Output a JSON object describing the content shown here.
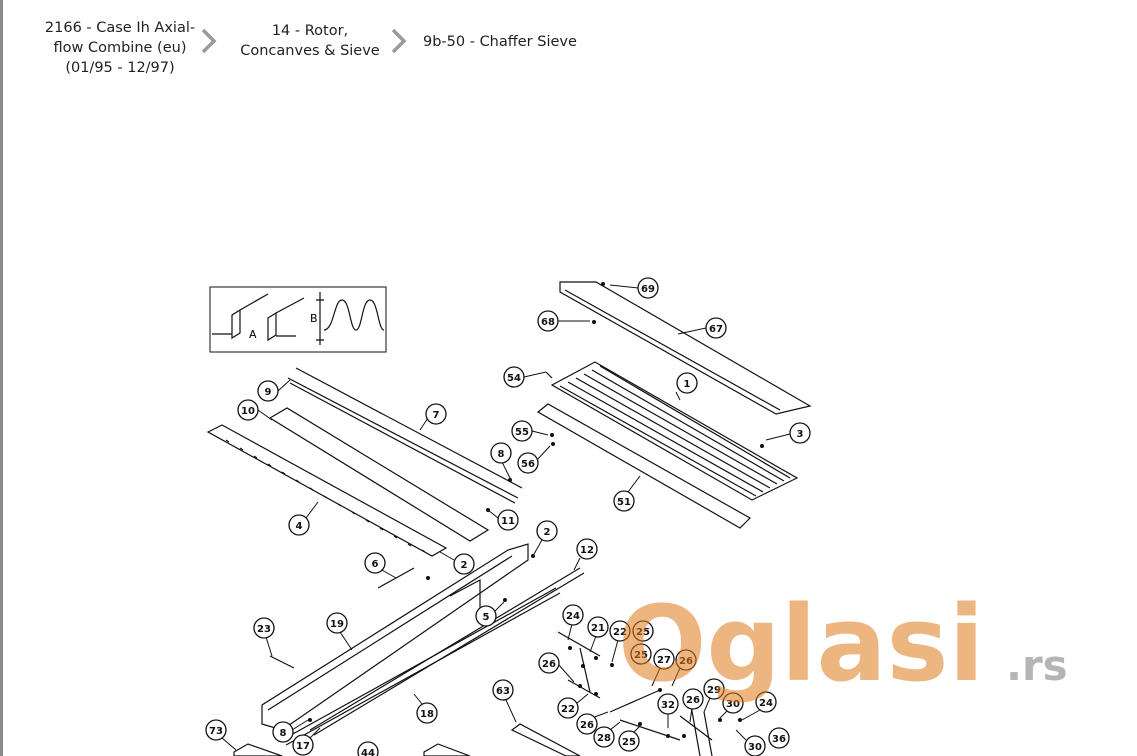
{
  "breadcrumb": [
    {
      "line1": "2166 - Case Ih Axial-",
      "line2": "flow Combine (eu)",
      "line3": "(01/95 - 12/97)"
    },
    {
      "line1": "14 - Rotor,",
      "line2": "Concanves & Sieve",
      "line3": ""
    },
    {
      "line1": "9b-50 - Chaffer Sieve",
      "line2": "",
      "line3": ""
    }
  ],
  "inset_labels": {
    "a": "A",
    "b": "B"
  },
  "callouts": [
    "69",
    "68",
    "67",
    "54",
    "1",
    "3",
    "9",
    "7",
    "10",
    "55",
    "56",
    "8",
    "51",
    "11",
    "4",
    "2",
    "12",
    "6",
    "2",
    "5",
    "24",
    "21",
    "22",
    "25",
    "23",
    "19",
    "26",
    "25",
    "27",
    "26",
    "63",
    "29",
    "73",
    "8",
    "18",
    "22",
    "26",
    "32",
    "26",
    "30",
    "24",
    "17",
    "28",
    "25",
    "30",
    "36",
    "44"
  ],
  "watermark": {
    "brand": "Oglasi",
    "tld": ".rs",
    "brand_color": "#e07a1a"
  }
}
